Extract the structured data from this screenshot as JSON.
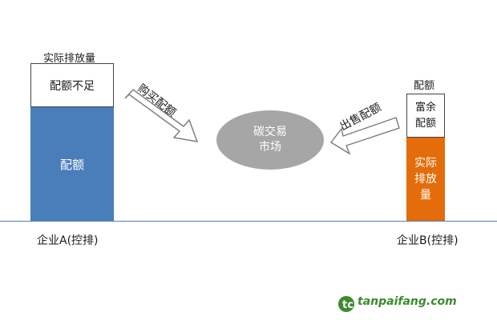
{
  "company_a": {
    "actual_emissions_label": "实际排放量",
    "shortfall_label": "配额不足",
    "allowance_label": "配额",
    "name": "企业A(控排)"
  },
  "company_b": {
    "allowance_label": "配额",
    "surplus_label": "富余\n配额",
    "actual_emissions_label": "实际\n排放\n量",
    "name": "企业B(控排)"
  },
  "market": {
    "label": "碳交易\n市场"
  },
  "arrows": {
    "buy_label": "购买配额",
    "sell_label": "出售配额"
  },
  "watermark": {
    "text": "tanpaifang.com"
  },
  "colors": {
    "company_a_allowance": "#4a7ebb",
    "company_b_emissions": "#e46c0a",
    "market": "#a6a6a6",
    "baseline": "#4f81bd",
    "watermark": "#3d8b2f"
  }
}
